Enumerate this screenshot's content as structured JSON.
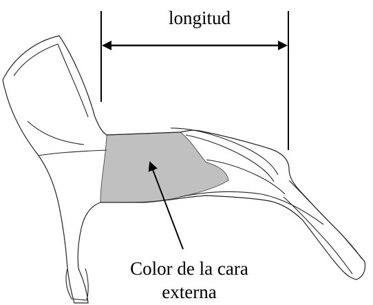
{
  "labels": {
    "length": "longitud",
    "color_line1": "Color de la cara",
    "color_line2": "externa"
  },
  "colors": {
    "line": "#000000",
    "shaded_region": "#c0c0c0",
    "background": "#ffffff"
  }
}
